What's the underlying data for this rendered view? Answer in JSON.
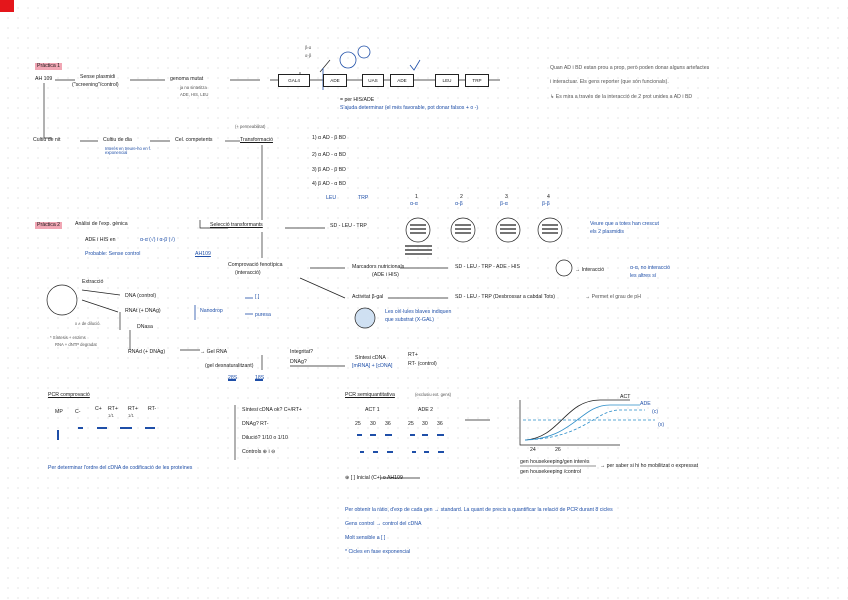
{
  "t": {
    "prac1": "Pràctica 1",
    "ah109": "AH 109",
    "sense_plasmidi": "Sense plasmidi",
    "screening_control": "(\"screening\"/control)",
    "genoma_mutat": "genoma mutat",
    "no_sintetitza": "ja no sintetitza",
    "ade_his_leu": "ADE, HIS, LEU",
    "gal4": "GAL4",
    "ade1": "ADE",
    "uas": "UAS",
    "ade2": "ADE",
    "leu": "LEU",
    "trp": "TRP",
    "alpha": "β-α",
    "alpha2": "α-β",
    "per_his": "= per HIS/ADE",
    "expl_line": "S'ajuda determinar (el més favorable, pot donar falsos + o -)",
    "right1": "Quan AD i BD estan prou a prop, però poden donar alguns artefactes",
    "right2": "i interactuar. Els gens reporter (que són funcionals).",
    "right3": "↳ Es mira a través de la interacció de 2 prot unides a AD i BD",
    "cultiu": "Cultiu de nit",
    "cultiu2": "Cultiu de dia",
    "cultiu2_sub": "Interès en treure-ho en f. exponencial",
    "cel_comp": "Cel. competents",
    "transf": "Transformació",
    "transf_sub": "(+ permeabilitat)",
    "r1": "1) α AD - β BD",
    "r2": "2) α AD - α BD",
    "r3": "3) β AD - β BD",
    "r4": "4) β AD - α BD",
    "leu_lbl": "LEU",
    "trp_lbl": "TRP",
    "prac2": "Pràctica 2",
    "analisi": "Anàlisi de l'exp. gènica",
    "seleccio": "Selecció transformants",
    "sd_leu_trp": "SD - LEU - TRP",
    "c1": "1",
    "c1l": "α-α",
    "c2": "2",
    "c2l": "α-β",
    "c3": "3",
    "c3l": "β-α",
    "c4": "4",
    "c4l": "β-β",
    "veure": "Veure que a totes han crescut",
    "plasm": "els 2 plasmidis",
    "ade_his": "ADE i HIS en",
    "ade_his2": "α-α (√) i α-β (√)",
    "prob": "Probable: Sense control",
    "ah109b": "AH109",
    "comprov": "Comprovació fenotípica",
    "interaccio": "(interacció)",
    "marcadors": "Marcadors nutricionals",
    "ade_his_l": "(ADE i HIS)",
    "sd_full": "SD - LEU - TRP - ADE - HIS",
    "interaccio2": "→ Interacció",
    "aa": "α-α, no interacció",
    "aa2": "les altres sí",
    "activitat": "Activitat β-gal",
    "sd_xgal": "SD - LEU - TRP (Desbrossar a cabdal Tots)",
    "xgal_res": "→ Permet el grau de pH",
    "blaus": "Les cèl·lules blaves indiquen",
    "blaus2": "que substrat (X-GAL)",
    "extraccio": "Extracció",
    "dna": "DNA (control)",
    "rna": "RNAt (+ DNAg)",
    "nanodrop": "Nanodrop",
    "quant": "[ ]",
    "purity": "puresa",
    "xdilucio": "x ≠ de dilució.",
    "sintesi_ok": "* Síntesis + enzims",
    "rna_degr": "RNA + dNTP degradat",
    "dnasa": "DNasa",
    "rnad": "RNAd (+ DNAg)",
    "gel_rna": "→ Gel RNA",
    "gel_desn": "(gel desnaturalitzant)",
    "integritat": "Integritat?",
    "dnag": "DNAg?",
    "s28": "28S",
    "s18": "18S",
    "sintesi_cdna": "Síntesi cDNA",
    "rt_plus": "RT+",
    "rt_minus": "RT- (control)",
    "mrna": "[mRNA] + [cDNA]",
    "pcr_comp": "PCR comprovació",
    "mp": "MP",
    "cm": "C-",
    "cp": "C+",
    "rtp": "RT+",
    "rtp2": "RT+",
    "rtm": "RT-",
    "v1": "1/1",
    "v2": "1/1",
    "sintesi_cdna_ok": "Síntesi cDNA ok? C+/RT+",
    "dnag2": "DNAg? RT-",
    "dilucio": "Dilució? 1/10 o 1/10",
    "controls": "Controls ⊕ i ⊖",
    "pcr_det": "Per determinar l'ordre del cDNA de codificació de les proteïnes",
    "pcr_semi": "PCR semiquantitativa",
    "pcr_semi_sub": "(exclusiu ext. gens)",
    "act1": "ACT 1",
    "ade2_lbl": "ADE 2",
    "n25": "25",
    "n30": "30",
    "n36": "36",
    "n25b": "25",
    "n30b": "30",
    "n36b": "36",
    "act_curve": "ACT",
    "ade_curve": "ADE",
    "xx": "24",
    "xy": "26",
    "c_lbl": "(c)",
    "x_lbl": "(x)",
    "gen_inf": "gen housekeeping/gen interès",
    "gen_inf2": "gen housekeeping /control",
    "gen_res": "→ per saber si hi ho mobilitzat o expressat",
    "cicle": "⊕ [ ] Inicial (C+) o AH109",
    "final1": "Per obtenir la ràtio, d'exp de cada gen → standard. La quant de precis a quantificar la relació de PCR durant 8 cicles",
    "final2": "Gens control → control del cDNA",
    "final3": "Molt sensible a [ ]",
    "final4": "* Cicles en fase exponencial"
  },
  "colors": {
    "accent_blue": "#1f4fa8",
    "highlight_pink": "#f1a6b4",
    "corner_red": "#e4161b"
  }
}
